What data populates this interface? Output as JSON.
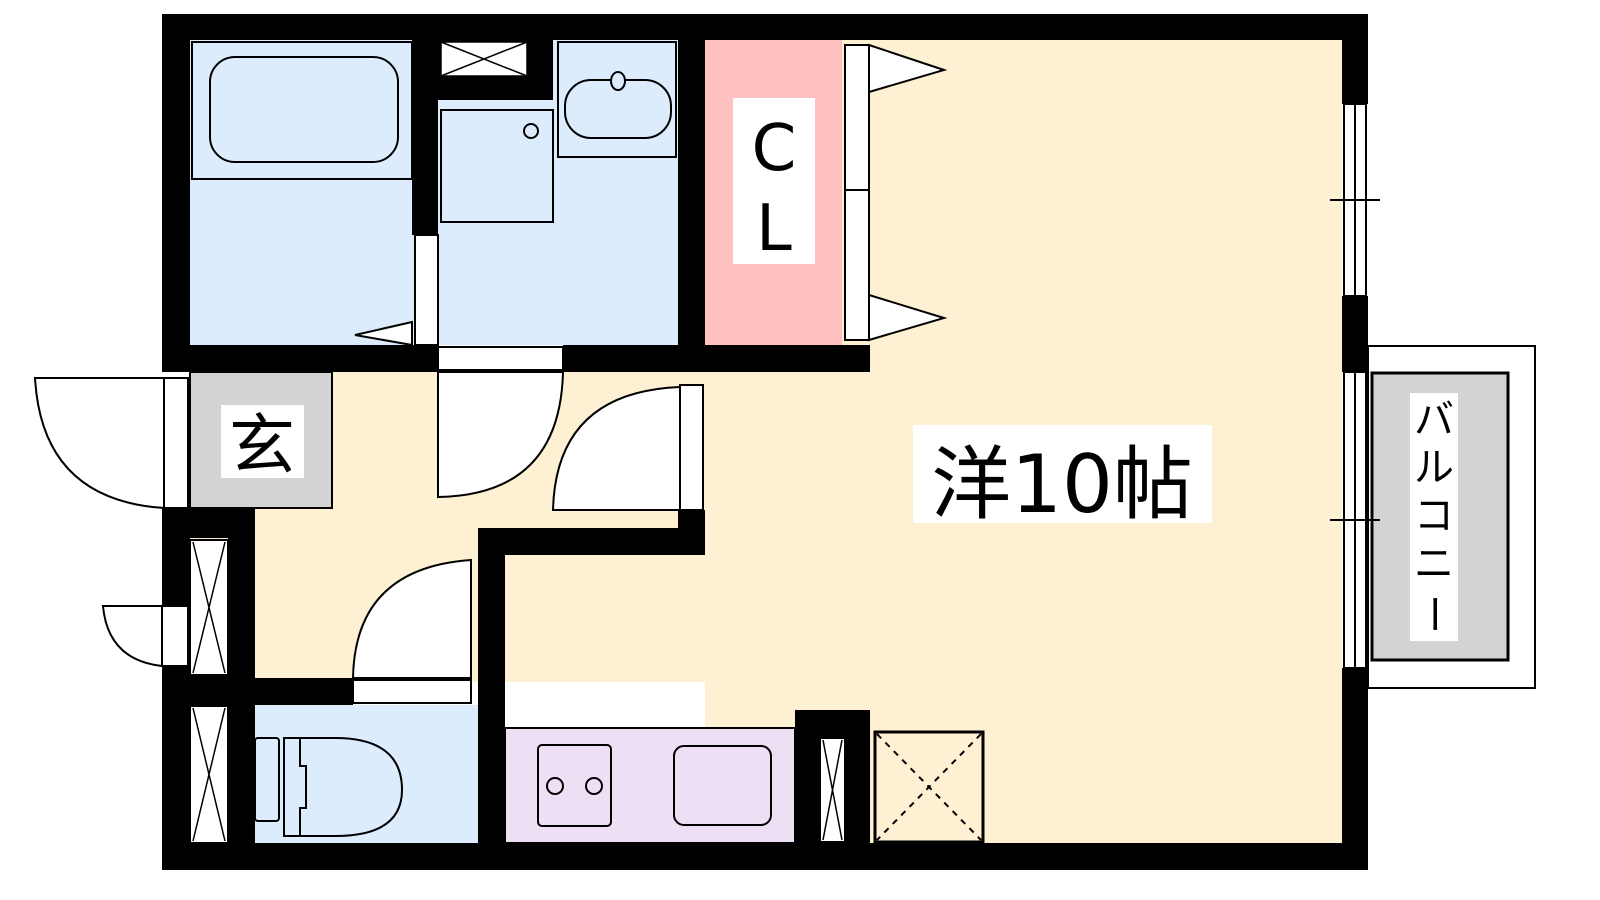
{
  "floorplan": {
    "main_room_label": "洋10帖",
    "closet_label_line1": "C",
    "closet_label_line2": "L",
    "entrance_label": "玄",
    "balcony_label": [
      "バ",
      "ル",
      "コ",
      "ニ",
      "ー"
    ]
  },
  "colors": {
    "wall": "#000000",
    "wet_area": "#dcecfd",
    "closet": "#ffc0c0",
    "living": "#fef1d3",
    "entrance": "#d3d3d3",
    "kitchen": "#ede0f5",
    "balcony": "#d3d3d3"
  }
}
